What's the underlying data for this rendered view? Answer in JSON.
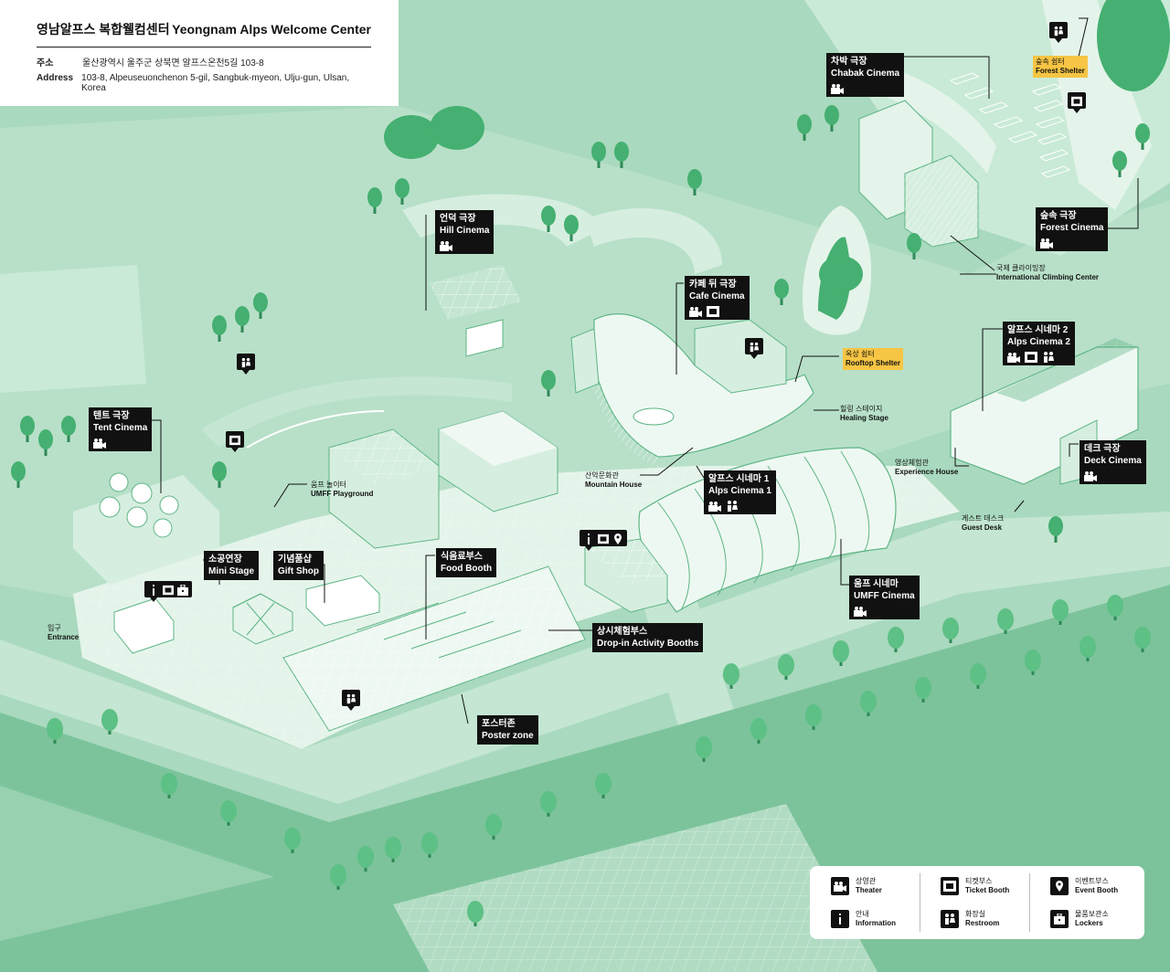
{
  "header": {
    "title_ko": "영남알프스 복합웰컴센터",
    "title_en": "Yeongnam Alps Welcome Center",
    "address_label_ko": "주소",
    "address_ko": "울산광역시 울주군 상북면 알프스온천5길 103-8",
    "address_label_en": "Address",
    "address_en": "103-8, Alpeuseuonchenon 5-gil, Sangbuk-myeon, Ulju-gun, Ulsan, Korea"
  },
  "venues": {
    "chabak": {
      "ko": "차박 극장",
      "en": "Chabak Cinema",
      "icons": [
        "theater-icon"
      ]
    },
    "hill": {
      "ko": "언덕 극장",
      "en": "Hill Cinema",
      "icons": [
        "theater-icon"
      ]
    },
    "cafe": {
      "ko": "카페 뒤 극장",
      "en": "Cafe Cinema",
      "icons": [
        "theater-icon",
        "ticket-booth-icon"
      ]
    },
    "forest": {
      "ko": "숲속 극장",
      "en": "Forest Cinema",
      "icons": [
        "theater-icon"
      ]
    },
    "alps2": {
      "ko": "알프스 시네마 2",
      "en": "Alps Cinema 2",
      "icons": [
        "theater-icon",
        "ticket-booth-icon",
        "restroom-icon"
      ]
    },
    "tent": {
      "ko": "텐트 극장",
      "en": "Tent Cinema",
      "icons": [
        "theater-icon"
      ]
    },
    "deck": {
      "ko": "데크 극장",
      "en": "Deck Cinema",
      "icons": [
        "theater-icon"
      ]
    },
    "alps1": {
      "ko": "알프스 시네마 1",
      "en": "Alps Cinema 1",
      "icons": [
        "theater-icon",
        "restroom-icon"
      ]
    },
    "mini": {
      "ko": "소공연장",
      "en": "Mini Stage",
      "icons": []
    },
    "gift": {
      "ko": "기념품샵",
      "en": "Gift Shop",
      "icons": []
    },
    "food": {
      "ko": "식음료부스",
      "en": "Food Booth",
      "icons": []
    },
    "umff": {
      "ko": "움프 시네마",
      "en": "UMFF Cinema",
      "icons": [
        "theater-icon"
      ]
    },
    "dropin": {
      "ko": "상시체험부스",
      "en": "Drop-in Activity Booths",
      "icons": []
    },
    "poster": {
      "ko": "포스터존",
      "en": "Poster zone",
      "icons": []
    }
  },
  "small_labels": {
    "climbing": {
      "ko": "국제 클라이밍장",
      "en": "International Climbing Center"
    },
    "healing": {
      "ko": "힐링 스테이지",
      "en": "Healing Stage"
    },
    "experience": {
      "ko": "영상체험관",
      "en": "Experience House"
    },
    "mountain": {
      "ko": "산악문화관",
      "en": "Mountain House"
    },
    "playground": {
      "ko": "움프 놀이터",
      "en": "UMFF Playground"
    },
    "guest": {
      "ko": "게스트 데스크",
      "en": "Guest Desk"
    },
    "entrance": {
      "ko": "입구",
      "en": "Entrance"
    }
  },
  "shelters": {
    "forest": {
      "ko": "숲속 쉼터",
      "en": "Forest Shelter"
    },
    "rooftop": {
      "ko": "옥상 쉼터",
      "en": "Rooftop Shelter"
    }
  },
  "legend": [
    {
      "icon": "theater-icon",
      "ko": "상영관",
      "en": "Theater"
    },
    {
      "icon": "ticket-booth-icon",
      "ko": "티켓부스",
      "en": "Ticket Booth"
    },
    {
      "icon": "event-booth-icon",
      "ko": "이벤트부스",
      "en": "Event Booth"
    },
    {
      "icon": "information-icon",
      "ko": "안내",
      "en": "Information"
    },
    {
      "icon": "restroom-icon",
      "ko": "화장실",
      "en": "Restroom"
    },
    {
      "icon": "lockers-icon",
      "ko": "물품보관소",
      "en": "Lockers"
    }
  ],
  "colors": {
    "base": "#a9d9be",
    "pale": "#c9ead7",
    "mid": "#88c9a4",
    "dark": "#5db584",
    "tree": "#45b071",
    "label_bg": "#111111",
    "shelter_bg": "#f6c544"
  }
}
